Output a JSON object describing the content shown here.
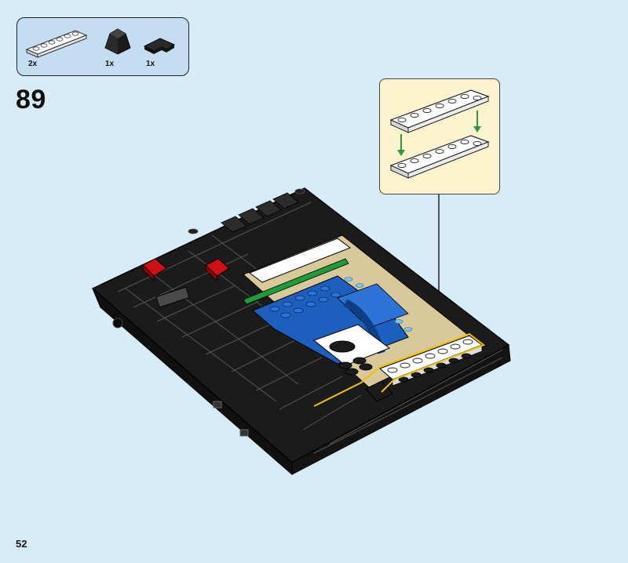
{
  "step": {
    "number": "89"
  },
  "page": {
    "number": "52"
  },
  "parts": [
    {
      "name": "plate-1x6-white",
      "qty": "2x",
      "color": "#ffffff"
    },
    {
      "name": "slope-black",
      "qty": "1x",
      "color": "#1b1b1b"
    },
    {
      "name": "corner-plate-black",
      "qty": "1x",
      "color": "#1b1b1b"
    }
  ],
  "colors": {
    "background": "#d7ebf8",
    "callout_bg": "#c4ddf2",
    "sub_callout_bg": "#fdf3cf",
    "brick_black": "#1b1b1b",
    "brick_red": "#d01010",
    "brick_blue": "#1d5fbf",
    "brick_white": "#ffffff",
    "brick_tan": "#d9c89a",
    "brick_green": "#1e9c3c",
    "highlight_yellow": "#f2c200",
    "arrow_green": "#2a9a3a"
  }
}
